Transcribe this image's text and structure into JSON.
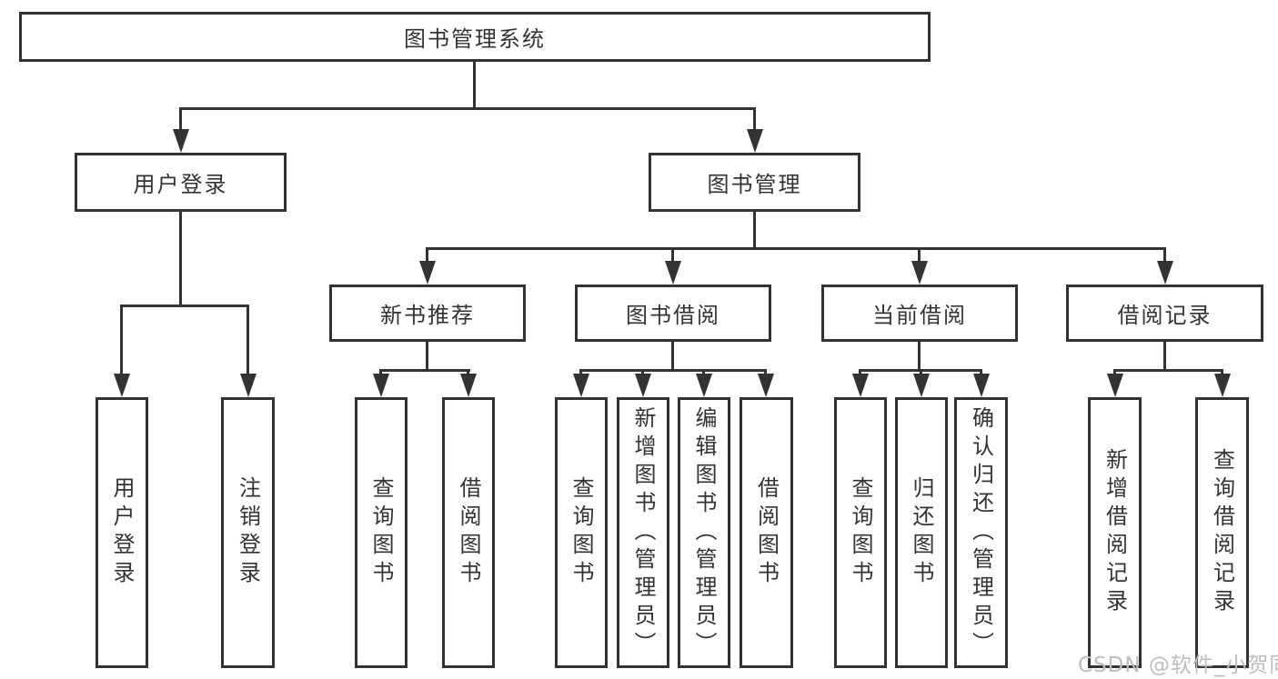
{
  "colors": {
    "line": "#333333",
    "text": "#333333",
    "watermark": "#bdbdbd"
  },
  "nodes": {
    "root": "图书管理系统",
    "level1": [
      "用户登录",
      "图书管理"
    ],
    "level2": [
      "新书推荐",
      "图书借阅",
      "当前借阅",
      "借阅记录"
    ],
    "leaves": {
      "user_login": [
        "用户登录",
        "注销登录"
      ],
      "new_books": [
        "查询图书",
        "借阅图书"
      ],
      "book_borrow": [
        "查询图书",
        "新增图书（管理员）",
        "编辑图书（管理员）",
        "借阅图书"
      ],
      "current_borrow": [
        "查询图书",
        "归还图书",
        "确认归还（管理员）"
      ],
      "borrow_records": [
        "新增借阅记录",
        "查询借阅记录"
      ]
    }
  },
  "watermark": "CSDN @软件_小贺同学"
}
